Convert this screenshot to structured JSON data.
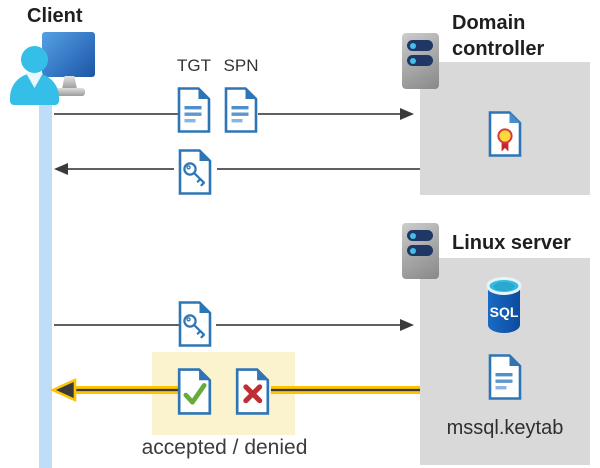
{
  "client": {
    "label": "Client"
  },
  "flow": {
    "tgt_label": "TGT",
    "spn_label": "SPN",
    "result_label": "accepted / denied"
  },
  "domain_controller": {
    "title": "Domain controller"
  },
  "linux_server": {
    "title": "Linux server",
    "sql_badge": "SQL",
    "keytab_label": "mssql.keytab"
  },
  "colors": {
    "doc_border_blue": "#2E75B6",
    "doc_line_blue": "#5E97D0",
    "doc_line_light_blue": "#8BB5E0",
    "box_gray": "#D9D9D9",
    "highlight_yellow": "#FAF3CD",
    "arrow_gray": "#3F3F3F",
    "arrow_yellow": "#FFC400",
    "lifeline_blue": "#BFDCF9",
    "person_cyan": "#35BFE8",
    "monitor_blue": "#3577C4",
    "check_green": "#67AB3C",
    "cross_red": "#BE2E35",
    "sql_body_blue": "#0E57AE",
    "sql_top_cyan": "#35BCE0",
    "server_pill_navy": "#1E3765",
    "seal_yellow": "#FFD83D",
    "seal_red": "#C4272E"
  }
}
